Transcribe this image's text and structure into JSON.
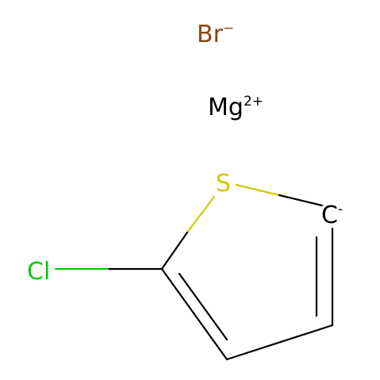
{
  "ions": {
    "bromide": {
      "symbol": "Br",
      "charge": "−",
      "color": "#8b4513"
    },
    "magnesium": {
      "symbol": "Mg",
      "charge": "2+",
      "color": "#000000"
    }
  },
  "molecule": {
    "sulfur": {
      "symbol": "S",
      "color": "#cccc00"
    },
    "carbanion": {
      "symbol": "C",
      "charge": "-",
      "color": "#000000"
    },
    "chlorine": {
      "symbol": "Cl",
      "color": "#00cc00"
    },
    "bond_color": "#000000"
  }
}
